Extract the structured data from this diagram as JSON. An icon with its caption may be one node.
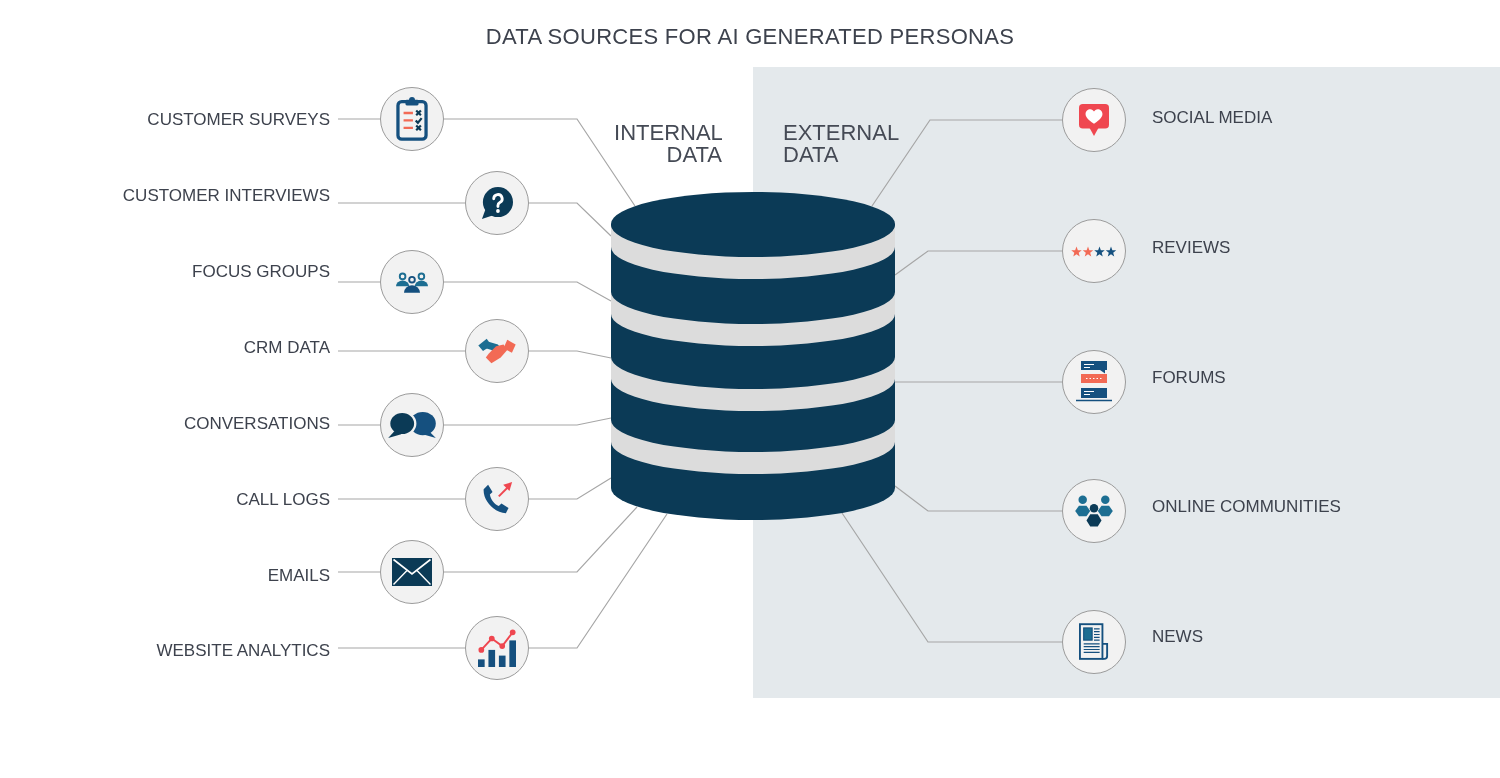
{
  "diagram": {
    "title": "DATA SOURCES FOR AI GENERATED PERSONAS",
    "nodes": [
      {
        "text": [
          "CUSTOMER SURVEYS"
        ]
      },
      {
        "text": [],
        "shape": "circle"
      },
      {
        "text": [
          "CUSTOMER INTERVIEWS"
        ]
      },
      {
        "text": [],
        "shape": "circle"
      },
      {
        "text": [
          "FOCUS GROUPS"
        ]
      },
      {
        "text": [],
        "shape": "circle"
      },
      {
        "text": [
          "CRM DATA"
        ]
      },
      {
        "text": [],
        "shape": "circle"
      },
      {
        "text": [
          "CONVERSATIONS"
        ]
      },
      {
        "text": [],
        "shape": "circle"
      },
      {
        "text": [
          "CALL LOGS"
        ]
      },
      {
        "text": [],
        "shape": "circle"
      },
      {
        "text": [
          "EMAILS"
        ]
      },
      {
        "text": [],
        "shape": "circle"
      },
      {
        "text": [
          "WEBSITE ANALYTICS"
        ]
      },
      {
        "text": [],
        "shape": "circle"
      },
      {
        "text": [],
        "shape": "cylinder"
      },
      {
        "text": [
          "EXTERNAL DATA"
        ]
      },
      {
        "text": [],
        "shape": "circle",
        "in": 17,
        "beside": [
          "SOCIAL MEDIA"
        ]
      },
      {
        "text": [],
        "shape": "circle",
        "in": 17,
        "beside": [
          "REVIEWS"
        ]
      },
      {
        "text": [],
        "shape": "circle",
        "in": 17,
        "beside": [
          "FORUMS"
        ]
      },
      {
        "text": [],
        "shape": "circle",
        "in": 17,
        "beside": [
          "ONLINE COMMUNITIES"
        ]
      },
      {
        "text": [],
        "shape": "circle",
        "in": 17,
        "beside": [
          "NEWS"
        ]
      }
    ],
    "edges": [
      {
        "from": 0,
        "to": 1,
        "arrow": "none"
      },
      {
        "from": 1,
        "to": 16,
        "arrow": "none"
      },
      {
        "from": 2,
        "to": 3,
        "arrow": "none"
      },
      {
        "from": 3,
        "to": 16,
        "arrow": "none"
      },
      {
        "from": 4,
        "to": 5,
        "arrow": "none"
      },
      {
        "from": 5,
        "to": 16,
        "arrow": "none"
      },
      {
        "from": 6,
        "to": 7,
        "arrow": "none"
      },
      {
        "from": 7,
        "to": 16,
        "arrow": "none"
      },
      {
        "from": 8,
        "to": 9,
        "arrow": "none"
      },
      {
        "from": 9,
        "to": 16,
        "arrow": "none"
      },
      {
        "from": 10,
        "to": 11,
        "arrow": "none"
      },
      {
        "from": 11,
        "to": 16,
        "arrow": "none"
      },
      {
        "from": 12,
        "to": 13,
        "arrow": "none"
      },
      {
        "from": 13,
        "to": 16,
        "arrow": "none"
      },
      {
        "from": 14,
        "to": 15,
        "arrow": "none"
      },
      {
        "from": 15,
        "to": 16,
        "arrow": "none"
      },
      {
        "from": 16,
        "to": 18,
        "arrow": "none"
      },
      {
        "from": 16,
        "to": 19,
        "arrow": "none"
      },
      {
        "from": 16,
        "to": 20,
        "arrow": "none"
      },
      {
        "from": 16,
        "to": 21,
        "arrow": "none"
      },
      {
        "from": 16,
        "to": 22,
        "arrow": "none"
      }
    ],
    "labels": [
      "INTERNAL DATA"
    ]
  }
}
